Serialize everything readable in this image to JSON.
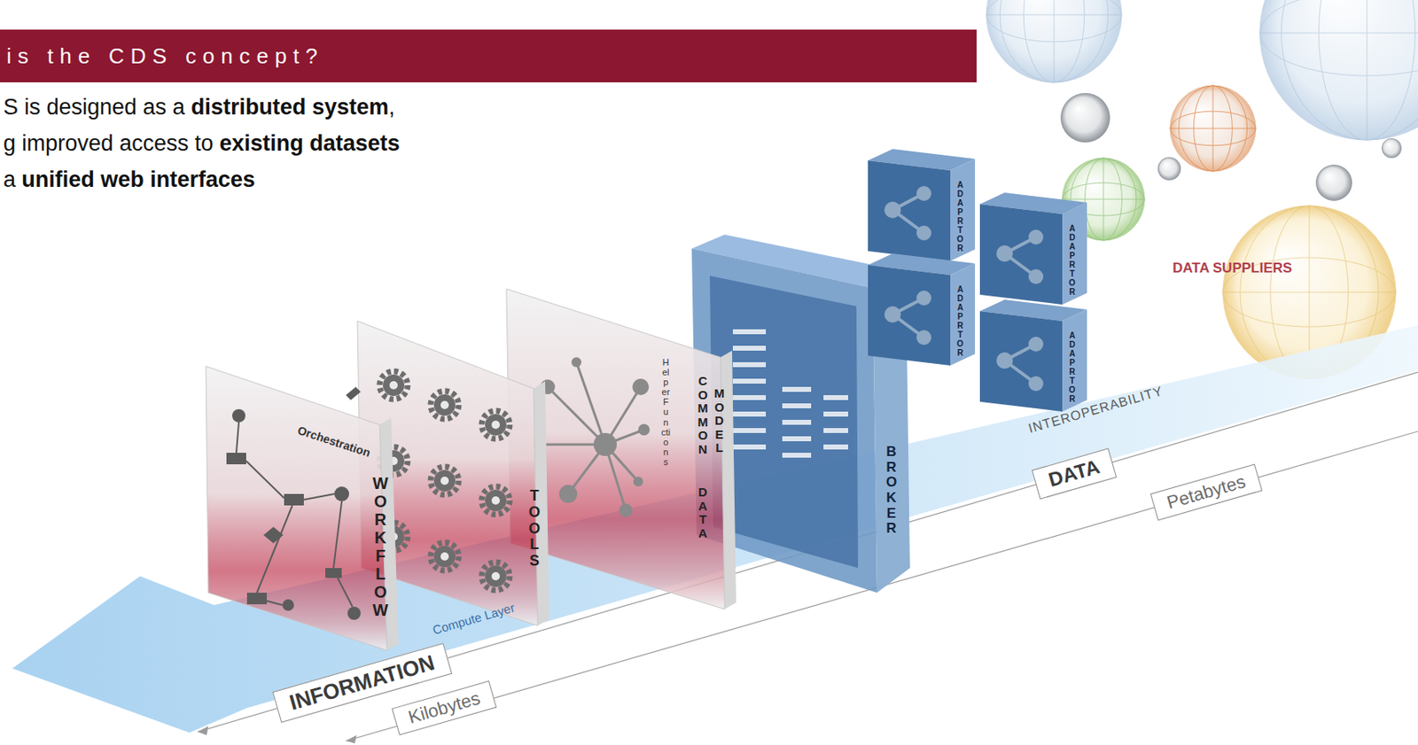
{
  "diagram": {
    "title": "is the CDS concept?",
    "nodes": [
      {
        "text": [
          "Orchestration",
          "WORKFLOW"
        ]
      },
      {
        "text": [
          "TOOLS"
        ]
      },
      {
        "text": [
          "Helper Functions",
          "COMMON",
          "DATA",
          "MODEL"
        ]
      },
      {
        "text": [
          "BROKER"
        ]
      },
      {
        "text": [
          "ADAPRTOR"
        ]
      },
      {
        "text": [
          "ADAPRTOR"
        ]
      },
      {
        "text": [
          "ADAPRTOR"
        ]
      },
      {
        "text": [
          "ADAPRTOR"
        ]
      },
      {
        "text": [
          "DATA"
        ]
      },
      {
        "text": [
          "Petabytes"
        ]
      },
      {
        "text": [
          "INFORMATION"
        ]
      },
      {
        "text": [
          "Kilobytes"
        ]
      }
    ],
    "labels": [
      "S is designed as a",
      "distributed system",
      ",",
      "g improved access to",
      "existing datasets",
      "a",
      "unified web interfaces",
      "DATA SUPPLIERS",
      "INTEROPERABILITY",
      "Compute Layer"
    ]
  }
}
